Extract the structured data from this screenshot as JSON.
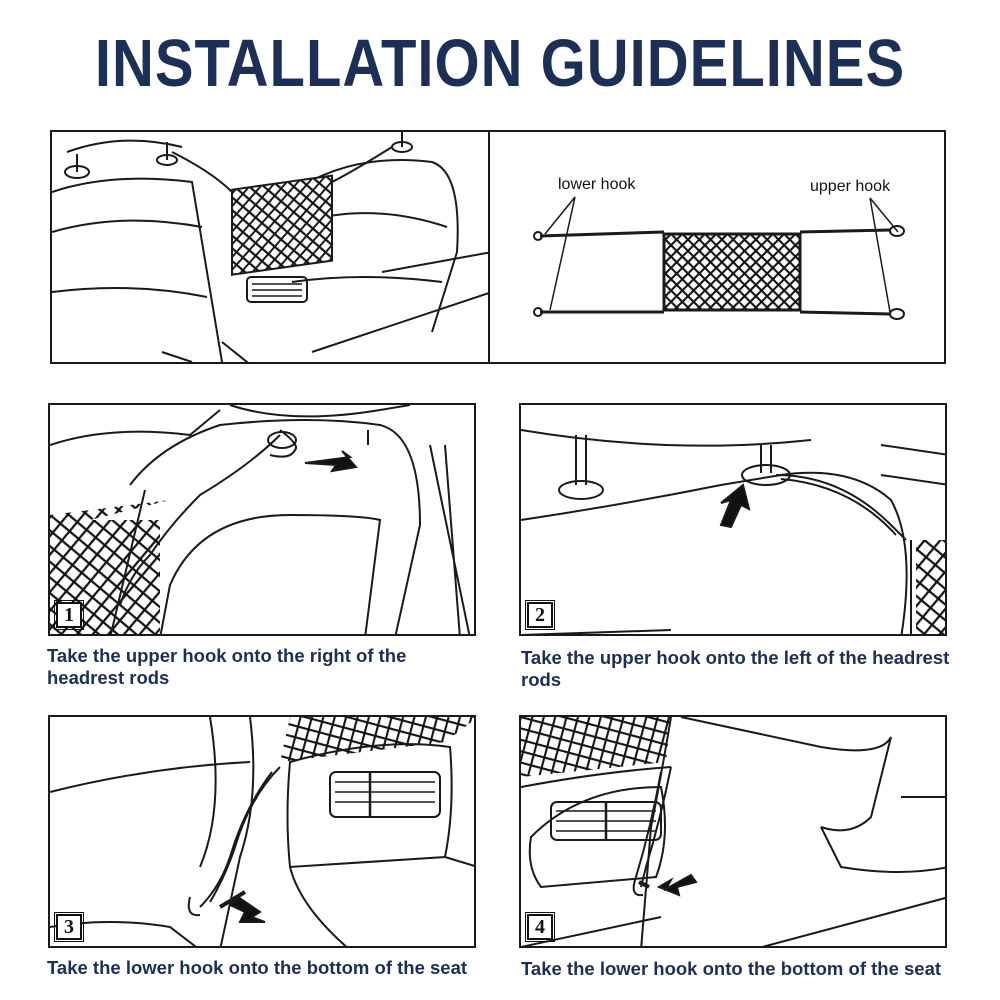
{
  "title": "INSTALLATION GUIDELINES",
  "overview": {
    "lower_hook_label": "lower hook",
    "upper_hook_label": "upper hook"
  },
  "steps": [
    {
      "number": "1",
      "caption": "Take the upper hook onto the right of the headrest rods"
    },
    {
      "number": "2",
      "caption": "Take the upper hook onto the left of the headrest rods"
    },
    {
      "number": "3",
      "caption": "Take the lower hook onto the bottom of the seat"
    },
    {
      "number": "4",
      "caption": "Take the lower hook onto the bottom of the seat"
    }
  ],
  "colors": {
    "title": "#1c2f57",
    "caption": "#1c2f57",
    "line": "#1a1a1a"
  }
}
